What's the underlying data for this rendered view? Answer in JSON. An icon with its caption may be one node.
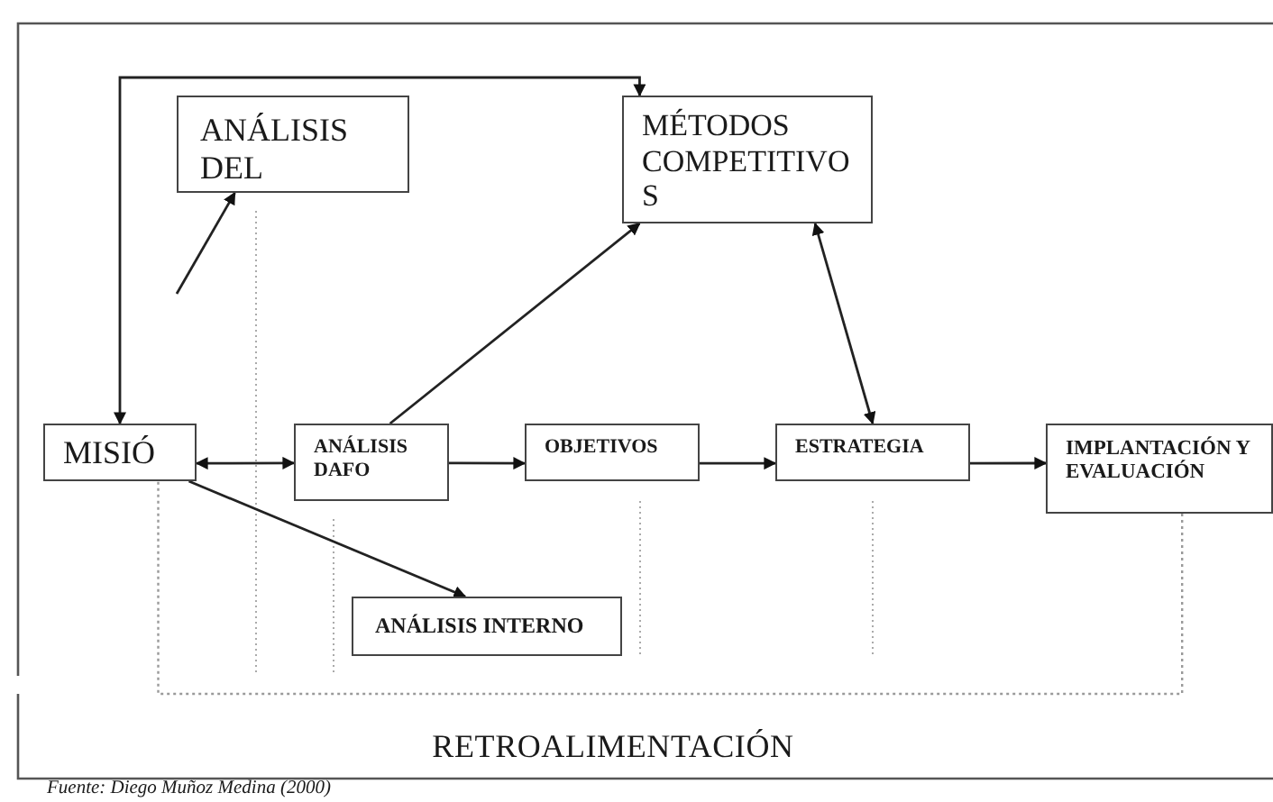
{
  "diagram": {
    "caption": "Fuente: Diego Muñoz Medina (2000)",
    "nodes": [
      {
        "text": [
          "ANÁLISIS DEL"
        ]
      },
      {
        "text": [
          "MÉTODOS COMPETITIVOS"
        ]
      },
      {
        "text": [
          "MISIÓ"
        ]
      },
      {
        "text": [
          "ANÁLISIS DAFO"
        ]
      },
      {
        "text": [
          "OBJETIVOS"
        ]
      },
      {
        "text": [
          "ESTRATEGIA"
        ]
      },
      {
        "text": [
          "IMPLANTACIÓN Y EVALUACIÓN"
        ]
      },
      {
        "text": [
          "ANÁLISIS INTERNO"
        ]
      }
    ],
    "edges": [
      {
        "from": 2,
        "to": 1,
        "arrow": "both"
      },
      {
        "from": null,
        "to": 0,
        "arrow": "to"
      },
      {
        "from": 3,
        "to": 1,
        "arrow": "to"
      },
      {
        "from": 1,
        "to": 5,
        "arrow": "both"
      },
      {
        "from": 2,
        "to": 3,
        "arrow": "both"
      },
      {
        "from": 3,
        "to": 4,
        "arrow": "to"
      },
      {
        "from": 4,
        "to": 5,
        "arrow": "to"
      },
      {
        "from": 5,
        "to": 6,
        "arrow": "to"
      },
      {
        "from": 2,
        "to": 7,
        "arrow": "to"
      },
      {
        "from": 6,
        "to": 2,
        "arrow": "none",
        "style": "dashed",
        "color": "#9a9a9a"
      }
    ],
    "labels": [
      "RETROALIMENTACIÓN"
    ]
  }
}
